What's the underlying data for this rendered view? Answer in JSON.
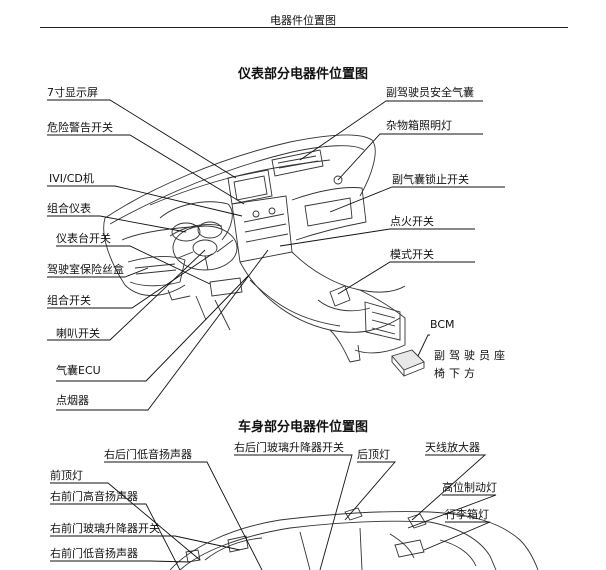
{
  "header": {
    "title": "电器件位置图"
  },
  "dashboard": {
    "title": "仪表部分电器件位置图",
    "left_labels": [
      "7寸显示屏",
      "危险警告开关",
      "IVI/CD机",
      "组合仪表",
      "仪表台开关",
      "驾驶室保险丝盒",
      "组合开关",
      "喇叭开关",
      "气囊ECU",
      "点烟器"
    ],
    "right_labels": [
      "副驾驶员安全气囊",
      "杂物箱照明灯",
      "副气囊锁止开关",
      "点火开关",
      "模式开关"
    ],
    "bcm": "BCM",
    "bcm_note_line1": "副驾驶员座",
    "bcm_note_line2": "椅下方"
  },
  "body": {
    "title": "车身部分电器件位置图",
    "labels": [
      "右后门低音扬声器",
      "右后门玻璃升降器开关",
      "后顶灯",
      "天线放大器",
      "前顶灯",
      "高位制动灯",
      "右前门高音扬声器",
      "行李箱灯",
      "右前门玻璃升降器开关",
      "右前门低音扬声器"
    ]
  }
}
